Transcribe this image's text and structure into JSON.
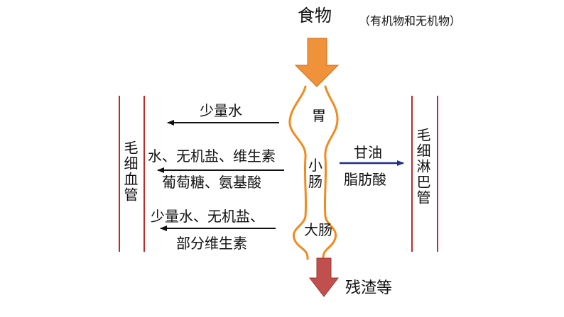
{
  "labels": {
    "food": "食物",
    "food_note": "（有机物和无机物）",
    "capillary": "毛细血管",
    "lymph_capillary": "毛细淋巴管",
    "stomach": "胃",
    "small_intestine": "小肠",
    "large_intestine": "大肠",
    "residue": "残渣等",
    "stomach_absorb": "少量水",
    "small_intestine_absorb_1": "水、无机盐、维生素",
    "small_intestine_absorb_2": "葡萄糖、氨基酸",
    "large_intestine_absorb_1": "少量水、无机盐、",
    "large_intestine_absorb_2": "部分维生素",
    "lymph_absorb_1": "甘油",
    "lymph_absorb_2": "脂肪酸"
  },
  "colors": {
    "food_arrow": "#f0923a",
    "residue_arrow": "#c0504d",
    "tract_outline": "#f28a1e",
    "vessel_line": "#c0282a",
    "blood_arrow": "#111111",
    "lymph_arrow": "#1f2f8a"
  }
}
